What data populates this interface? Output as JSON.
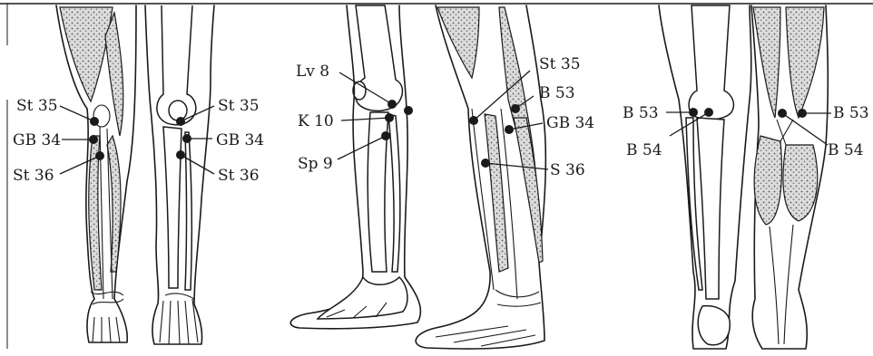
{
  "panels": [
    {
      "id": "anterior",
      "labels": [
        {
          "key": "st35_l",
          "text": "St 35"
        },
        {
          "key": "gb34_l",
          "text": "GB 34"
        },
        {
          "key": "st36_l",
          "text": "St 36"
        },
        {
          "key": "st35_r",
          "text": "St 35"
        },
        {
          "key": "gb34_r",
          "text": "GB 34"
        },
        {
          "key": "st36_r",
          "text": "St 36"
        }
      ]
    },
    {
      "id": "lateral",
      "labels": [
        {
          "key": "lv8",
          "text": "Lv 8"
        },
        {
          "key": "k10",
          "text": "K 10"
        },
        {
          "key": "sp9",
          "text": "Sp 9"
        },
        {
          "key": "st35",
          "text": "St 35"
        },
        {
          "key": "b53",
          "text": "B 53"
        },
        {
          "key": "gb34",
          "text": "GB 34"
        },
        {
          "key": "s36",
          "text": "S 36"
        }
      ]
    },
    {
      "id": "posterior",
      "labels": [
        {
          "key": "b53_l",
          "text": "B 53"
        },
        {
          "key": "b54_l",
          "text": "B 54"
        },
        {
          "key": "b53_r",
          "text": "B 53"
        },
        {
          "key": "b54_r",
          "text": "B 54"
        }
      ]
    }
  ],
  "colors": {
    "ink": "#1a1a1a",
    "paper": "#ffffff"
  }
}
